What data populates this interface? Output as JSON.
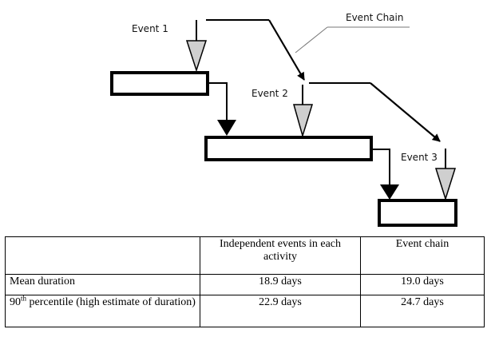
{
  "diagram": {
    "labels": {
      "event1": "Event 1",
      "event2": "Event 2",
      "event3": "Event 3",
      "chain": "Event Chain"
    }
  },
  "table": {
    "headers": [
      "",
      "Independent events in each activity",
      "Event chain"
    ],
    "rows": [
      {
        "label": "Mean duration",
        "values": [
          "18.9 days",
          "19.0 days"
        ]
      },
      {
        "label_sup_base": "90",
        "label_sup": "th",
        "label_rest": " percentile (high estimate of duration)",
        "values": [
          "22.9 days",
          "24.7 days"
        ]
      }
    ]
  }
}
